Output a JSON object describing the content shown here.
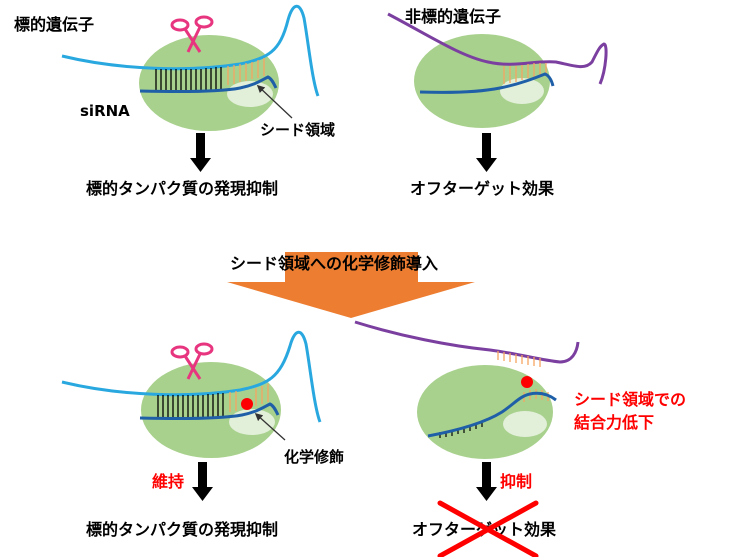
{
  "panels": {
    "top_left": {
      "label": "標的遺伝子",
      "sirna_label": "siRNA",
      "seed_label": "シード領域",
      "result": "標的タンパク質の発現抑制"
    },
    "top_right": {
      "label": "非標的遺伝子",
      "result": "オフターゲット効果"
    },
    "middle": {
      "label": "シード領域への化学修飾導入"
    },
    "bottom_left": {
      "mod_label": "化学修飾",
      "maintain_label": "維持",
      "result": "標的タンパク質の発現抑制"
    },
    "bottom_right": {
      "binding_label_line1": "シード領域での",
      "binding_label_line2": "結合力低下",
      "suppress_label": "抑制",
      "result": "オフターゲット効果"
    }
  },
  "colors": {
    "mrna_blue": "#29a8e0",
    "sirna_blue": "#1f5fa8",
    "offtarget_purple": "#7b3fa0",
    "complex_green": "#a9d18e",
    "scissors_pink": "#e8357f",
    "arrow_orange": "#ed7d31",
    "mod_red": "#ff0000",
    "pair_orange": "#f4a460"
  }
}
